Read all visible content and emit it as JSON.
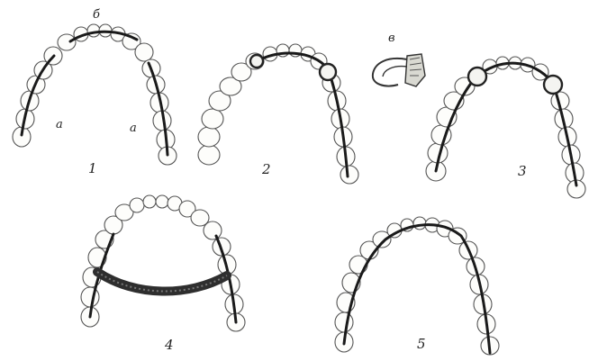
{
  "figures": [
    {
      "id": "1",
      "label": "1"
    },
    {
      "id": "2",
      "label": "2"
    },
    {
      "id": "3",
      "label": "3"
    },
    {
      "id": "4",
      "label": "4"
    },
    {
      "id": "5",
      "label": "5"
    }
  ],
  "letters": {
    "a_left": "а",
    "a_right": "а",
    "b": "б",
    "v": "в"
  }
}
